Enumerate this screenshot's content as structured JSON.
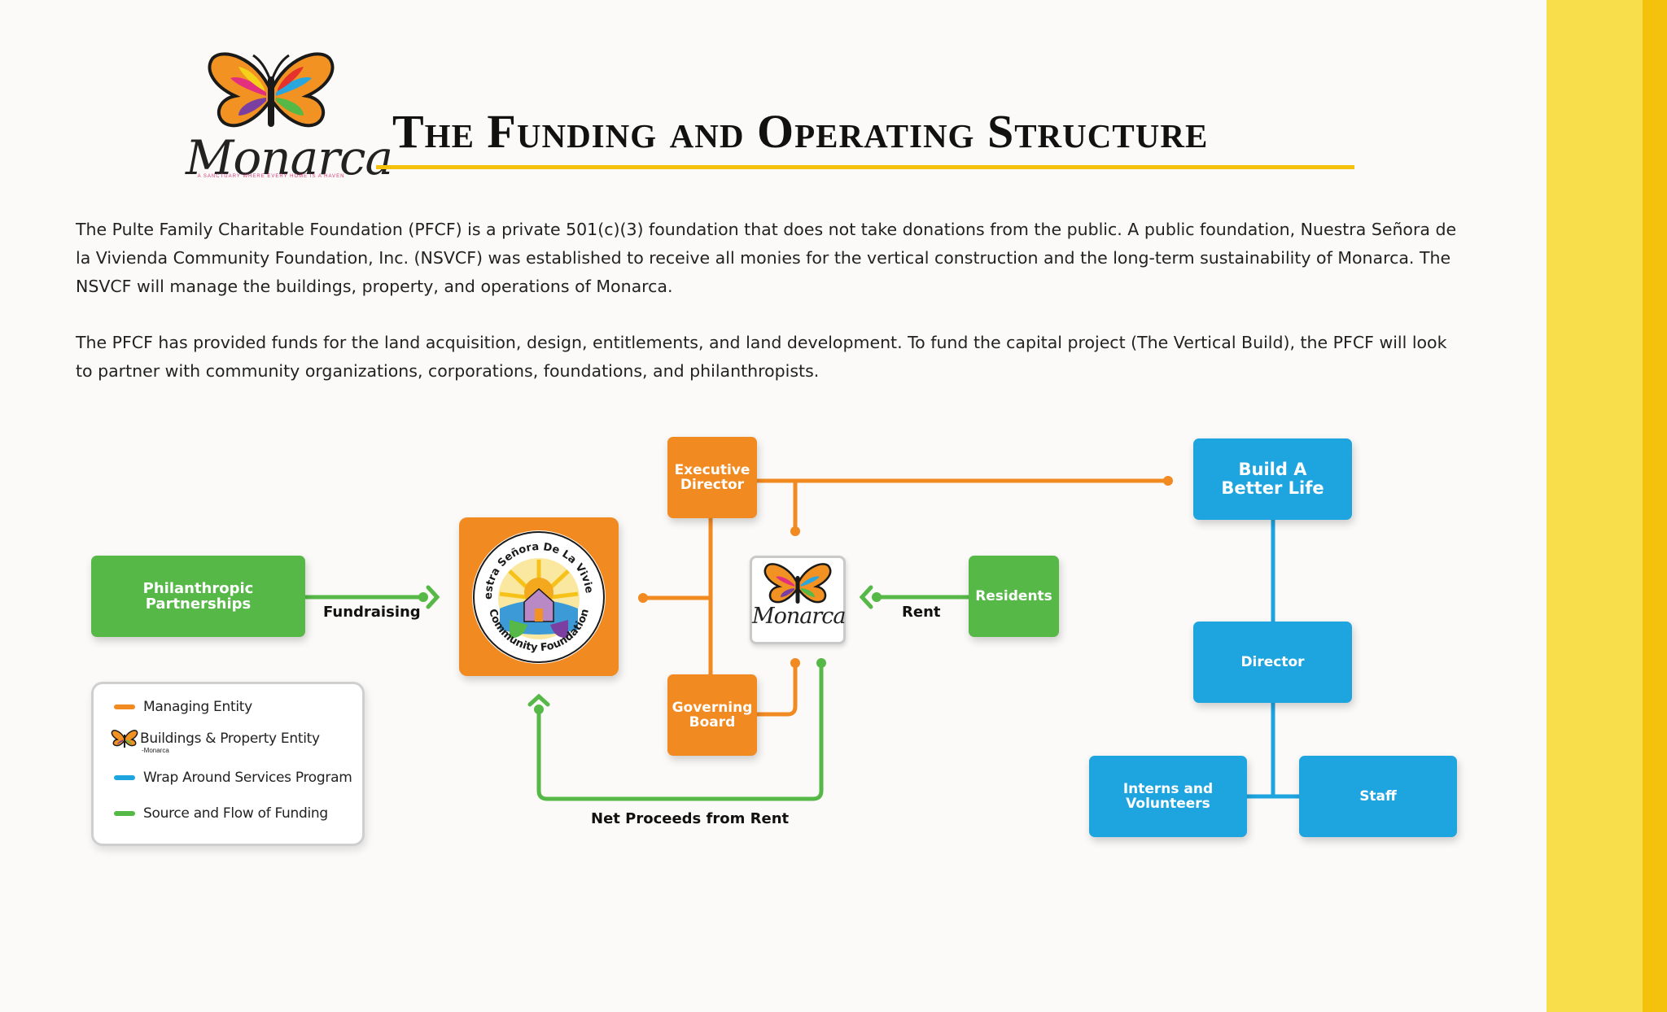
{
  "header": {
    "logo_word": "Monarca",
    "logo_tagline": "A SANCTUARY WHERE EVERY HOME IS A HAVEN",
    "title": "The Funding and Operating Structure"
  },
  "intro": {
    "paragraph_1": "The Pulte Family Charitable Foundation (PFCF) is a private 501(c)(3) foundation that does not take donations from the public. A public foundation, Nuestra Señora de la Vivienda Community Foundation, Inc. (NSVCF) was established to receive all monies for the vertical construction and the long-term sustainability of Monarca. The NSVCF will manage the buildings, property, and operations of Monarca.",
    "paragraph_2": "The PFCF has provided funds for the land acquisition, design, entitlements, and land development. To fund the capital project (The Vertical Build), the PFCF will look to partner with community organizations, corporations, foundations, and philanthropists."
  },
  "diagram": {
    "nodes": {
      "philanthropic": "Philanthropic\nPartnerships",
      "executive_director": "Executive\nDirector",
      "governing_board": "Governing\nBoard",
      "residents": "Residents",
      "build_a_better_life": "Build A\nBetter Life",
      "director": "Director",
      "interns": "Interns and\nVolunteers",
      "staff": "Staff",
      "nsvcf_top_text": "Nuestra Señora De La Vivienda",
      "nsvcf_bottom_text": "Community Foundation",
      "monarca_word": "Monarca"
    },
    "flows": {
      "fundraising": "Fundraising",
      "rent": "Rent",
      "net_proceeds": "Net Proceeds from Rent"
    },
    "colors": {
      "managing": "#f18a21",
      "funding": "#55b847",
      "services": "#1ea4df",
      "accent": "#f4c20d"
    }
  },
  "legend": {
    "items": [
      {
        "label": "Managing Entity",
        "color": "#f18a21"
      },
      {
        "label": "Buildings & Property Entity",
        "sublabel": "-Monarca",
        "icon": "butterfly-icon"
      },
      {
        "label": "Wrap Around Services Program",
        "color": "#1ea4df"
      },
      {
        "label": "Source and Flow of Funding",
        "color": "#55b847"
      }
    ]
  }
}
